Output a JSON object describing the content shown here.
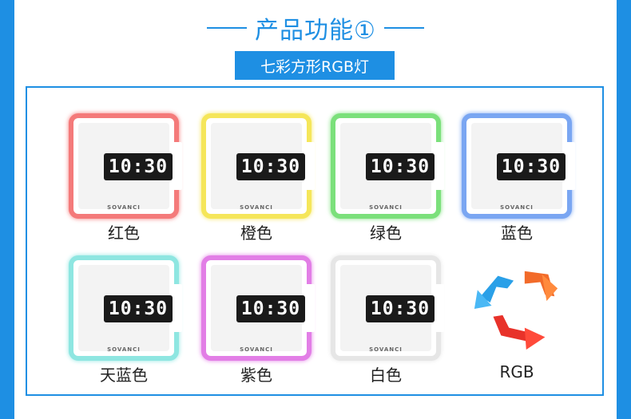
{
  "header": {
    "title": "产品功能①",
    "subtitle": "七彩方形RGB灯"
  },
  "colors": {
    "accent": "#1e8fe3",
    "red": "#f47a7a",
    "orange": "#f5e65a",
    "green": "#7be07b",
    "blue": "#7aa6f2",
    "cyan": "#8ee6e1",
    "purple": "#e27ee6",
    "white": "#e6e6e6"
  },
  "clock": {
    "time": "10:30",
    "brand": "SOVANCI"
  },
  "variants": [
    {
      "label": "红色"
    },
    {
      "label": "橙色"
    },
    {
      "label": "绿色"
    },
    {
      "label": "蓝色"
    },
    {
      "label": "天蓝色"
    },
    {
      "label": "紫色"
    },
    {
      "label": "白色"
    },
    {
      "label": "RGB"
    }
  ]
}
